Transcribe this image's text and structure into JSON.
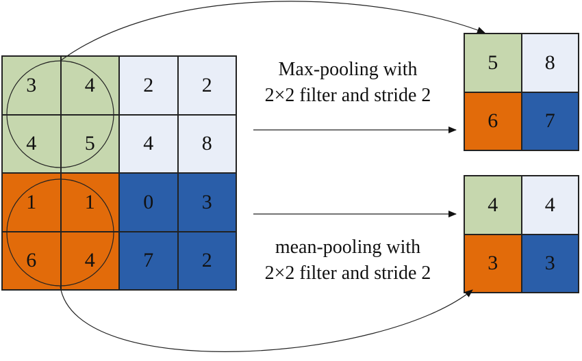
{
  "colors": {
    "green": "#c6d7ae",
    "light": "#e9eef8",
    "orange": "#e26b0a",
    "blue": "#2a5ea9",
    "line": "#222222"
  },
  "input": {
    "rows": [
      [
        "3",
        "4",
        "2",
        "2"
      ],
      [
        "4",
        "5",
        "4",
        "8"
      ],
      [
        "1",
        "1",
        "0",
        "3"
      ],
      [
        "6",
        "4",
        "7",
        "2"
      ]
    ],
    "row_colors": [
      [
        "green",
        "green",
        "light",
        "light"
      ],
      [
        "green",
        "green",
        "light",
        "light"
      ],
      [
        "orange",
        "orange",
        "blue",
        "blue"
      ],
      [
        "orange",
        "orange",
        "blue",
        "blue"
      ]
    ]
  },
  "max_pooling": {
    "caption_line1": "Max-pooling with",
    "caption_line2": "2×2 filter and stride 2",
    "rows": [
      [
        "5",
        "8"
      ],
      [
        "6",
        "7"
      ]
    ],
    "row_colors": [
      [
        "green",
        "light"
      ],
      [
        "orange",
        "blue"
      ]
    ]
  },
  "mean_pooling": {
    "caption_line1": "mean-pooling with",
    "caption_line2": "2×2 filter and stride 2",
    "rows": [
      [
        "4",
        "4"
      ],
      [
        "3",
        "3"
      ]
    ],
    "row_colors": [
      [
        "green",
        "light"
      ],
      [
        "orange",
        "blue"
      ]
    ]
  }
}
